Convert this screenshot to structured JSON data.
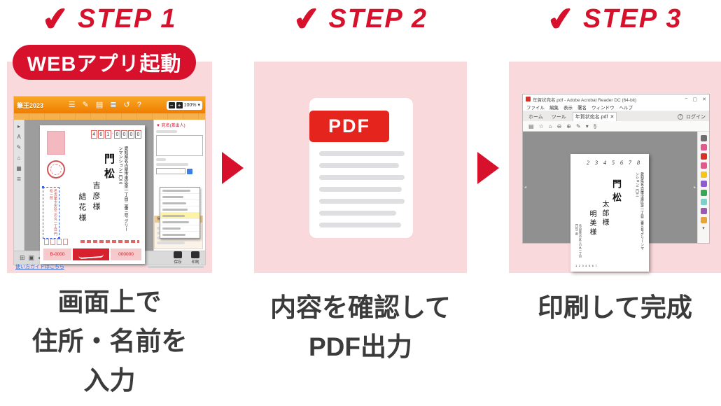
{
  "colors": {
    "accent_red": "#d7112c",
    "card_pink": "#fad9dc",
    "pdf_banner_red": "#e5251d",
    "app_orange": "#ef7d00",
    "caption_gray": "#3b3b3b"
  },
  "steps": [
    {
      "label": "STEP 1",
      "badge": "WEBアプリ起動",
      "caption_lines": [
        "画面上で",
        "住所・名前を",
        "入力"
      ]
    },
    {
      "label": "STEP 2",
      "caption_lines": [
        "内容を確認して",
        "PDF出力"
      ]
    },
    {
      "label": "STEP 3",
      "caption_lines": [
        "印刷して完成"
      ]
    }
  ],
  "app_window": {
    "logo": "筆王2023",
    "toolbar_icons": [
      "☰",
      "✎",
      "▤",
      "≣",
      "↺",
      "?"
    ],
    "zoom_minus": "−",
    "zoom_plus": "+",
    "zoom_value": "100%",
    "postcard": {
      "postal_code": "4610000",
      "address_line1": "愛知県名古屋市東区泉一丁目二番三号",
      "address_line2": "グリーンマンション二〇三",
      "surname": "門松",
      "name1": "吉彦様",
      "name2": "結花様",
      "sender_text": "名古屋市中区三の丸一丁目 門松一郎",
      "ad_left": "B-0000",
      "ad_right": "000000"
    },
    "panel": {
      "title": "▼ 宛名(差出人)",
      "dropdown_row_count": 8,
      "highlight_row": 4,
      "dropdown_bar_widths": [
        40,
        30,
        34,
        36,
        32,
        38,
        26,
        33
      ]
    },
    "guide_title": "操作ガイド",
    "footer": {
      "save": "保存",
      "print": "印刷"
    },
    "link_text": "使い方ガイドはこちら"
  },
  "pdf_doc": {
    "badge": "PDF",
    "line_widths": [
      122,
      114,
      122,
      118,
      122,
      110,
      117
    ]
  },
  "acrobat": {
    "window_title": "年賀状宛名.pdf - Adobe Acrobat Reader DC (64-bit)",
    "window_controls": [
      "−",
      "▢",
      "✕"
    ],
    "menu_items": [
      "ファイル",
      "編集",
      "表示",
      "署名",
      "ウィンドウ",
      "ヘルプ"
    ],
    "tab_home": "ホーム",
    "tab_tools": "ツール",
    "tab_doc": "年賀状宛名.pdf",
    "tab_close": "✕",
    "help_mark": "?",
    "login_label": "ログイン",
    "toolbar_icons": [
      "▤",
      "☆",
      "⌂",
      "⊖",
      "⊕",
      "✎",
      "▾",
      "§"
    ],
    "rail_colors": [
      "#6e6e6e",
      "#e05a8b",
      "#d93025",
      "#e05a8b",
      "#f5c518",
      "#8e5bd1",
      "#34a853",
      "#7bd1c8",
      "#9b59b6",
      "#e8a33d"
    ],
    "page": {
      "postal_numbers": "2 3 4 5 6 7 8",
      "address_line1": "愛知県名古屋市東区泉一丁目二番三号",
      "address_line2": "グリーンマンション二〇三",
      "surname": "門松",
      "name1": "太郎様",
      "name2": "明美様",
      "sender_text": "名古屋市中区三の丸一丁目 門松一郎",
      "sender_postal": "1234567"
    }
  }
}
